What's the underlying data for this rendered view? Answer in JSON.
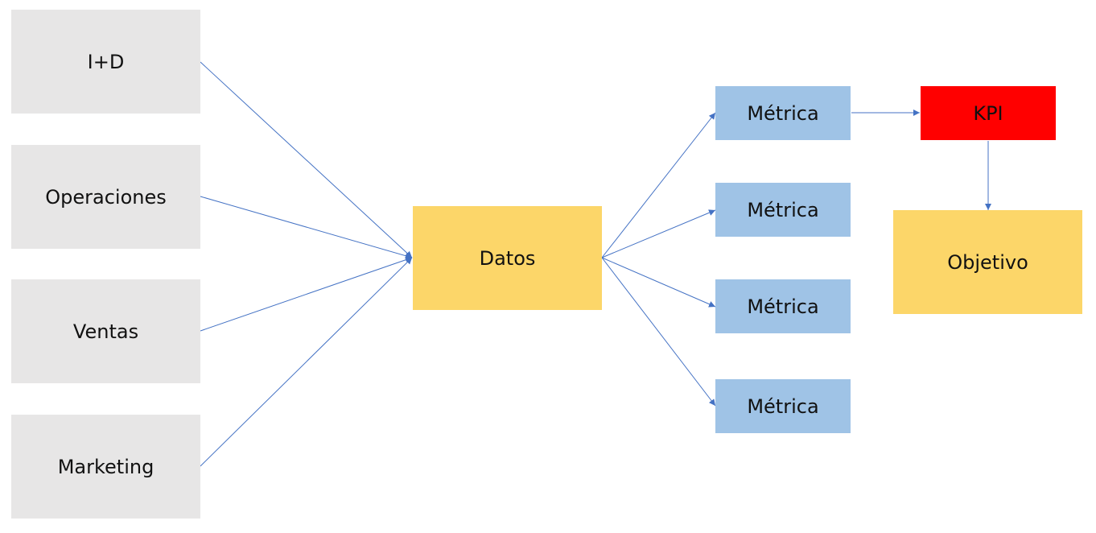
{
  "sources": [
    "I+D",
    "Operaciones",
    "Ventas",
    "Marketing"
  ],
  "center": "Datos",
  "metrics": [
    "Métrica",
    "Métrica",
    "Métrica",
    "Métrica"
  ],
  "kpi": "KPI",
  "goal": "Objetivo",
  "colors": {
    "source_fill": "#e7e6e6",
    "data_fill": "#fcd669",
    "metric_fill": "#9fc3e6",
    "kpi_fill": "#ff0000",
    "goal_fill": "#fcd669",
    "connector": "#4472c4"
  }
}
